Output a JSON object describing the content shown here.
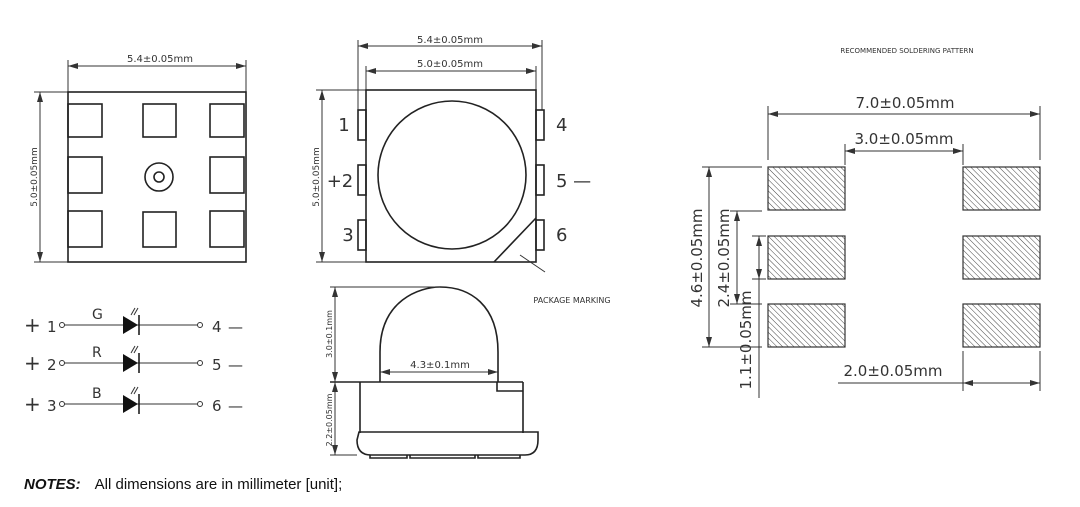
{
  "bottom_view": {
    "width_dim": "5.4±0.05mm",
    "height_dim": "5.0±0.05mm"
  },
  "top_view": {
    "outer_width_dim": "5.4±0.05mm",
    "inner_width_dim": "5.0±0.05mm",
    "height_dim": "5.0±0.05mm",
    "pins_left": [
      "1",
      "+2",
      "3"
    ],
    "pins_right": [
      "4",
      "5 —",
      "6"
    ]
  },
  "side_view": {
    "dome_height_dim": "3.0±0.1mm",
    "base_height_dim": "2.2±0.05mm",
    "dome_width_dim": "4.3±0.1mm",
    "marking_label": "PACKAGE MARKING"
  },
  "schematic": {
    "rows": [
      {
        "plus": "+",
        "in_pin": "1",
        "color": "G",
        "out_pin": "4",
        "minus": "—"
      },
      {
        "plus": "+",
        "in_pin": "2",
        "color": "R",
        "out_pin": "5",
        "minus": "—"
      },
      {
        "plus": "+",
        "in_pin": "3",
        "color": "B",
        "out_pin": "6",
        "minus": "—"
      }
    ]
  },
  "soldering_pattern": {
    "title": "RECOMMENDED SOLDERING PATTERN",
    "total_width_dim": "7.0±0.05mm",
    "gap_dim": "3.0±0.05mm",
    "total_height_dim": "4.6±0.05mm",
    "pitch_dim": "2.4±0.05mm",
    "pad_height_dim": "1.1±0.05mm",
    "pad_width_dim": "2.0±0.05mm"
  },
  "notes": {
    "label": "NOTES:",
    "text": "All dimensions are in millimeter [unit];"
  }
}
